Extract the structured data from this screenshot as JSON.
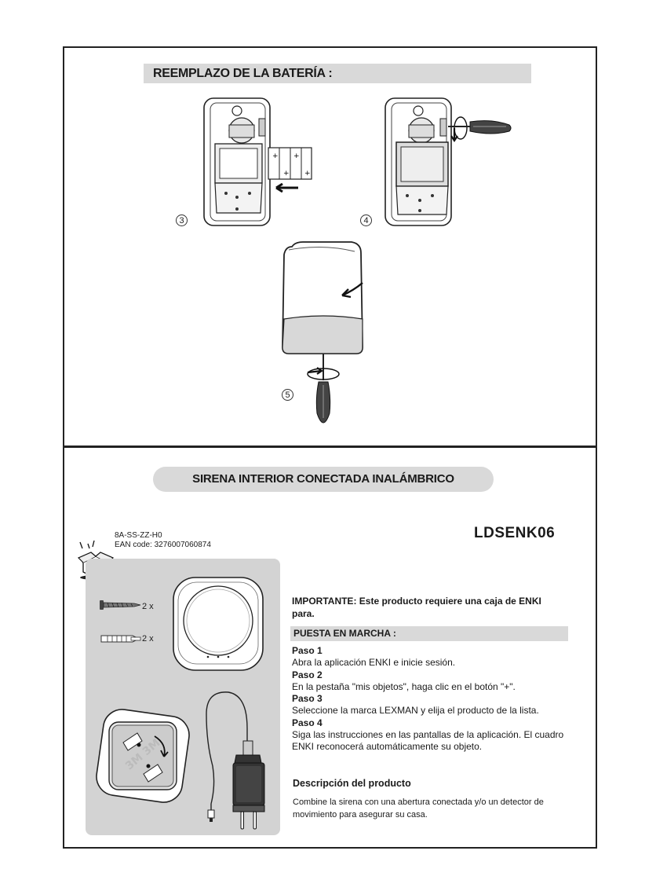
{
  "battery_section": {
    "title": "REEMPLAZO DE LA BATERÍA :",
    "step_numbers": [
      "3",
      "4",
      "5"
    ]
  },
  "product_section": {
    "title": "SIRENA INTERIOR CONECTADA INALÁMBRICO",
    "ref_code": "8A-SS-ZZ-H0",
    "ean": "EAN code: 3276007060874",
    "model": "LDSENK06",
    "screws_qty": "2 x",
    "anchors_qty": "2 x",
    "important": "IMPORTANTE: Este producto requiere una caja de ENKI para.",
    "setup_heading": "PUESTA EN MARCHA :",
    "steps": [
      {
        "title": "Paso 1",
        "text": "Abra la aplicación ENKI e inicie sesión."
      },
      {
        "title": "Paso 2",
        "text": "En la pestaña \"mis objetos\", haga clic en el botón \"+\"."
      },
      {
        "title": "Paso 3",
        "text": "Seleccione la marca LEXMAN y elija el producto de la lista."
      },
      {
        "title": "Paso 4",
        "text": "Siga las instrucciones en las pantallas de la aplicación. El cuadro ENKI  reconocerá automáticamente su objeto."
      }
    ],
    "description_title": "Descripción del producto",
    "description_text": "Combine la sirena con una abertura conectada y/o un detector de movimiento para asegurar su casa."
  }
}
